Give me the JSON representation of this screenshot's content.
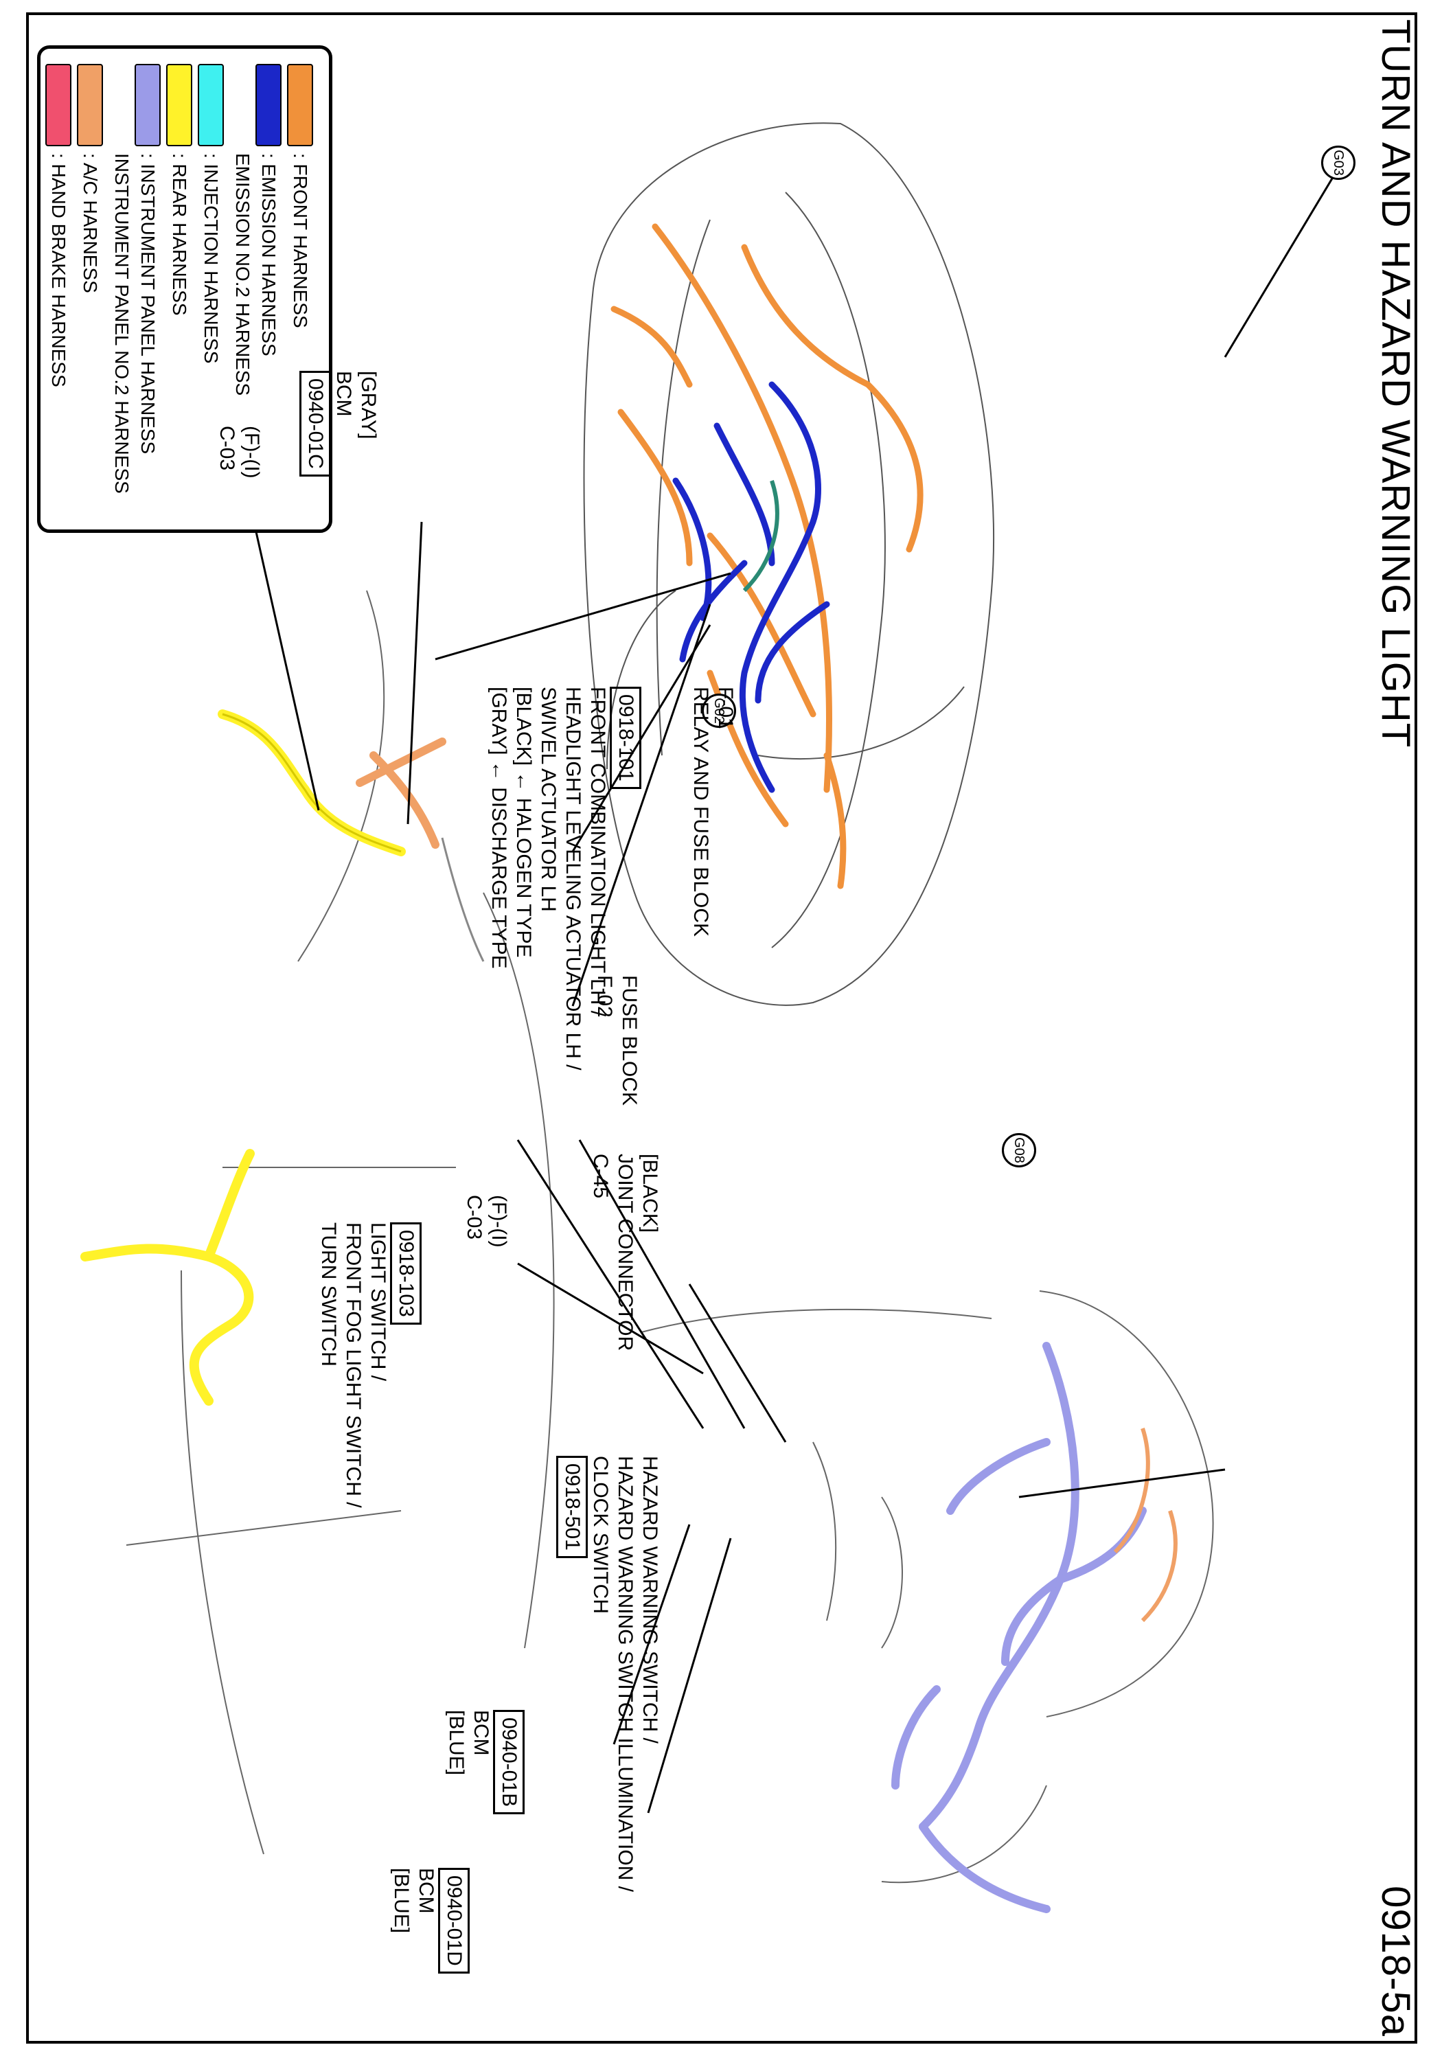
{
  "header": {
    "title": "TURN AND HAZARD WARNING LIGHT",
    "page_number": "0918-5a"
  },
  "legend": {
    "items": [
      {
        "label": ": FRONT HARNESS",
        "color": "#f0913a"
      },
      {
        "label": ": EMISSION HARNESS",
        "color": "#1b27c8"
      },
      {
        "label": "EMISSION NO.2 HARNESS",
        "color": ""
      },
      {
        "label": ": INJECTION HARNESS",
        "color": "#3ff0f0"
      },
      {
        "label": ": REAR HARNESS",
        "color": "#fff22a"
      },
      {
        "label": ": INSTRUMENT PANEL HARNESS",
        "color": "#9b9be8"
      },
      {
        "label": "INSTRUMENT PANEL NO.2 HARNESS",
        "color": ""
      },
      {
        "label": ": A/C HARNESS",
        "color": "#f0a066"
      },
      {
        "label": ": HAND BRAKE HARNESS",
        "color": "#f0506e"
      }
    ]
  },
  "grounds": {
    "g03": "G03",
    "g02": "G02",
    "g08": "G08"
  },
  "connectors": {
    "relay_fuse": {
      "code": "F-01",
      "name": "RELAY AND FUSE BLOCK"
    },
    "front_combo": {
      "code": "0918-101",
      "lines": [
        "FRONT COMBINATION LIGHT LH /",
        "HEADLIGHT LEVELING ACTUATOR LH /",
        "SWIVEL ACTUATOR LH",
        "[BLACK] ← HALOGEN TYPE",
        "[GRAY] ← DISCHARGE TYPE"
      ]
    },
    "bcm_c": {
      "code": "0940-01C",
      "name": "BCM",
      "color": "[GRAY]"
    },
    "fi_c03_left": {
      "code": "C-03",
      "name": "(F)-(I)"
    },
    "fuse_block": {
      "code": "F-02",
      "name": "FUSE BLOCK"
    },
    "joint": {
      "code": "C-45",
      "name": "JOINT CONNECTOR",
      "color": "[BLACK]"
    },
    "fi_c03_right": {
      "code": "C-03",
      "name": "(F)-(I)"
    },
    "light_switch": {
      "code": "0918-103",
      "lines": [
        "LIGHT SWITCH /",
        "FRONT FOG LIGHT SWITCH /",
        "TURN SWITCH"
      ]
    },
    "hazard": {
      "code": "0918-501",
      "lines": [
        "HAZARD WARNING SWITCH /",
        "HAZARD WARNING SWITCH ILLUMINATION /",
        "CLOCK SWITCH"
      ]
    },
    "bcm_b": {
      "code": "0940-01B",
      "name": "BCM",
      "color": "[BLUE]"
    },
    "bcm_d": {
      "code": "0940-01D",
      "name": "BCM",
      "color": "[BLUE]"
    }
  }
}
